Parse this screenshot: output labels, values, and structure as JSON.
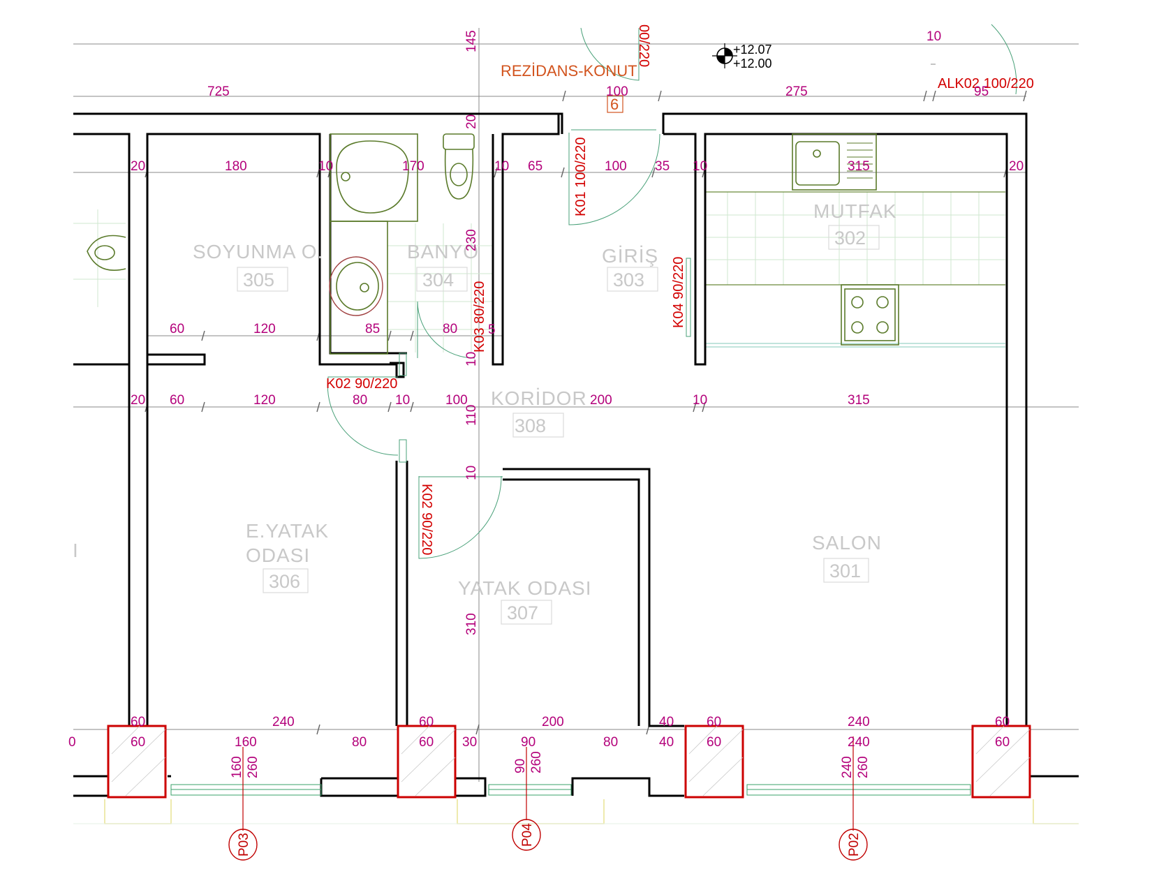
{
  "title": "REZİDANS-KONUT",
  "unit_tag": "6",
  "elevations": [
    "+12.07",
    "+12.00"
  ],
  "rooms": [
    {
      "name": "SOYUNMA O.",
      "number": "305"
    },
    {
      "name": "BANYO",
      "number": "304"
    },
    {
      "name": "GİRİŞ",
      "number": "303"
    },
    {
      "name": "MUTFAK",
      "number": "302"
    },
    {
      "name": "KORİDOR",
      "number": "308"
    },
    {
      "name_line1": "E.YATAK",
      "name_line2": "ODASI",
      "number": "306"
    },
    {
      "name": "YATAK ODASI",
      "number": "307"
    },
    {
      "name": "SALON",
      "number": "301"
    }
  ],
  "edge_label": "I",
  "doors": {
    "k01": "K01 100/220",
    "k02a": "K02 90/220",
    "k02b": "K02 90/220",
    "k03": "K03 80/220",
    "k04": "K04 90/220",
    "alk02": "ALK02 100/220",
    "top": "00/220"
  },
  "window_tags": [
    "P03",
    "P04",
    "P02"
  ],
  "window_dims": {
    "p03": [
      "160",
      "260"
    ],
    "p04": [
      "90",
      "260"
    ],
    "p02": [
      "240",
      "260"
    ]
  },
  "dims_top": [
    "725",
    "100",
    "275",
    "95",
    "145",
    "10"
  ],
  "dims_row1": [
    "20",
    "180",
    "10",
    "170",
    "10",
    "65",
    "100",
    "35",
    "10",
    "315",
    "20"
  ],
  "dims_vertical": [
    "20",
    "230",
    "110",
    "310",
    "5",
    "10",
    "10"
  ],
  "dims_row2": [
    "60",
    "120",
    "85",
    "80"
  ],
  "dims_row3": [
    "20",
    "60",
    "120",
    "80",
    "10",
    "100",
    "200",
    "10",
    "315"
  ],
  "dims_row4": [
    "60",
    "240",
    "60",
    "200",
    "40",
    "60",
    "240",
    "60"
  ],
  "dims_row5": [
    "0",
    "60",
    "160",
    "80",
    "60",
    "30",
    "90",
    "80",
    "40",
    "60",
    "240",
    "60"
  ]
}
